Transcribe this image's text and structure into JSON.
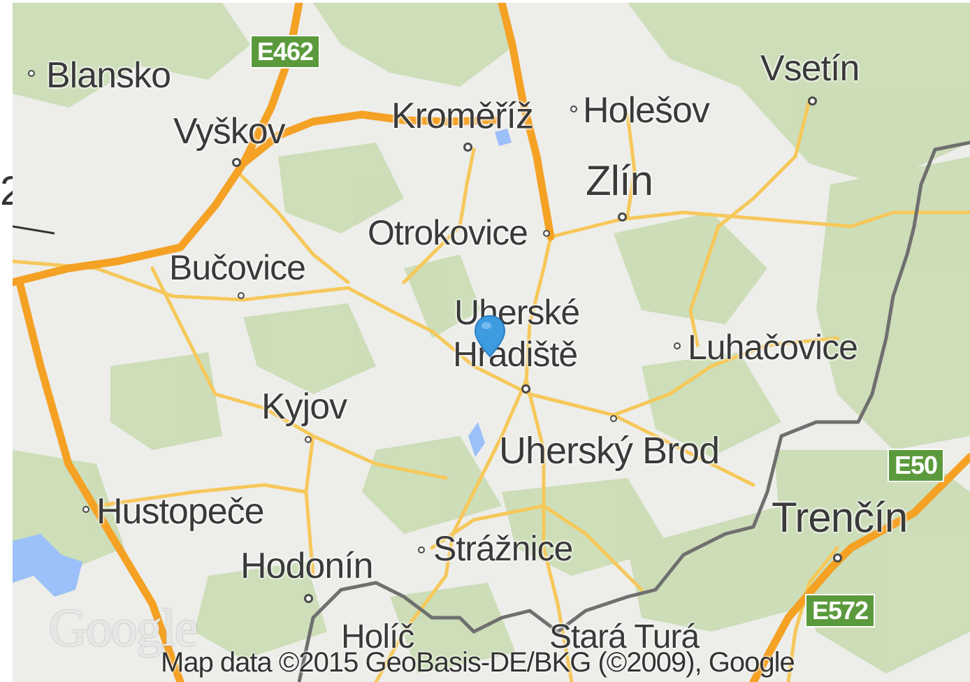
{
  "map": {
    "cities": [
      {
        "id": "blansko",
        "name": "Blansko"
      },
      {
        "id": "vyskov",
        "name": "Vyškov"
      },
      {
        "id": "kromeriz",
        "name": "Kroměříž"
      },
      {
        "id": "holesov",
        "name": "Holešov"
      },
      {
        "id": "vsetin",
        "name": "Vsetín"
      },
      {
        "id": "zlin",
        "name": "Zlín"
      },
      {
        "id": "otrokovice",
        "name": "Otrokovice"
      },
      {
        "id": "bucovice",
        "name": "Bučovice"
      },
      {
        "id": "uherske-hradiste",
        "name": "Uherské Hradiště",
        "line1": "Uherské",
        "line2": "Hradiště"
      },
      {
        "id": "luhacovice",
        "name": "Luhačovice"
      },
      {
        "id": "kyjov",
        "name": "Kyjov"
      },
      {
        "id": "uhersky-brod",
        "name": "Uherský Brod"
      },
      {
        "id": "hustopece",
        "name": "Hustopeče"
      },
      {
        "id": "straznice",
        "name": "Strážnice"
      },
      {
        "id": "hodonin",
        "name": "Hodonín"
      },
      {
        "id": "trencin",
        "name": "Trenčín"
      },
      {
        "id": "holic",
        "name": "Holíč"
      },
      {
        "id": "stara-tura",
        "name": "Stará Turá"
      }
    ],
    "road_shields": [
      "E462",
      "E50",
      "E572"
    ],
    "copyright": "Map data ©2015 GeoBasis-DE/BKG (©2009), Google",
    "logo": "Google",
    "edge_glyph": "2",
    "colors": {
      "land": "#ededea",
      "forest": "#c9dcb3",
      "major_road": "#f4a124",
      "road": "#f6c85a",
      "border": "#6f6f6f",
      "water": "#9cc0f9",
      "marker": "#3d9be0",
      "shield": "#5b9a3c"
    }
  }
}
